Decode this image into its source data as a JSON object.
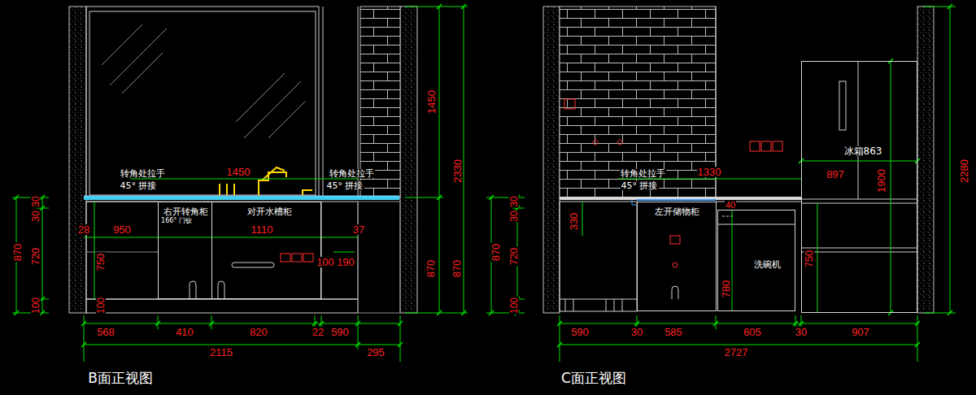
{
  "diagram": {
    "nodes": [
      {
        "text": [
          "右开转角柜",
          "166° 门铰"
        ]
      },
      {
        "text": [
          "对开水槽柜"
        ]
      },
      {
        "text": [
          "左开储物柜"
        ]
      },
      {
        "text": [
          "洗碗机"
        ]
      },
      {
        "text": [
          "冰箱863"
        ]
      }
    ],
    "labels": [
      "转角处拉手",
      "45° 拼接",
      "1450",
      "转角处拉手",
      "45° 拼接",
      "1450",
      "2330",
      "870",
      "870",
      "870",
      "30",
      "30",
      "720",
      "100",
      "28",
      "950",
      "1110",
      "37",
      "750",
      "100",
      "100",
      "190",
      "568",
      "410",
      "820",
      "22",
      "590",
      "2115",
      "295",
      "B面正视图",
      "转角处拉手",
      "45° 拼接",
      "1330",
      "330",
      "40",
      "870",
      "30",
      "30",
      "720",
      "100",
      "750",
      "780",
      "897",
      "1900",
      "2280",
      "590",
      "30",
      "585",
      "605",
      "30",
      "907",
      "2727",
      "C面正视图"
    ]
  }
}
